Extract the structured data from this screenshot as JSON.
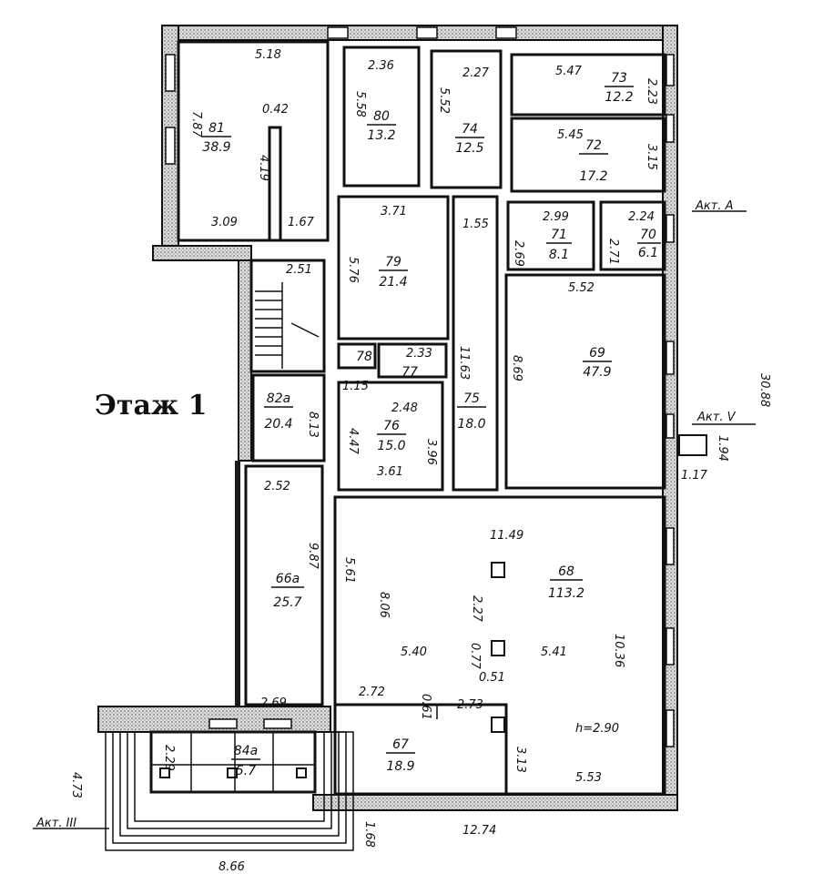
{
  "floor_title": "Этаж 1",
  "axes": {
    "axis_a": "Акт. A",
    "axis_v": "Акт. V",
    "axis_iii": "Акт. III"
  },
  "rooms": [
    {
      "id": "81",
      "area": "38.9"
    },
    {
      "id": "80",
      "area": "13.2"
    },
    {
      "id": "74",
      "area": "12.5"
    },
    {
      "id": "73",
      "area": "12.2"
    },
    {
      "id": "72",
      "area": "17.2"
    },
    {
      "id": "71",
      "area": "8.1"
    },
    {
      "id": "70",
      "area": "6.1"
    },
    {
      "id": "79",
      "area": "21.4"
    },
    {
      "id": "69",
      "area": "47.9"
    },
    {
      "id": "78",
      "area": ""
    },
    {
      "id": "77",
      "area": ""
    },
    {
      "id": "82а",
      "area": "20.4"
    },
    {
      "id": "76",
      "area": "15.0"
    },
    {
      "id": "75",
      "area": "18.0"
    },
    {
      "id": "66а",
      "area": "25.7"
    },
    {
      "id": "68",
      "area": "113.2"
    },
    {
      "id": "84а",
      "area": "5.7"
    },
    {
      "id": "67",
      "area": "18.9"
    }
  ],
  "dimensions": [
    "5.18",
    "7.87",
    "0.42",
    "4.19",
    "3.09",
    "1.67",
    "2.36",
    "5.58",
    "2.27",
    "5.52",
    "5.47",
    "2.23",
    "5.45",
    "3.15",
    "3.71",
    "5.76",
    "1.55",
    "2.99",
    "2.69",
    "2.24",
    "2.71",
    "5.52",
    "2.51",
    "11.63",
    "8.69",
    "2.33",
    "1.15",
    "2.48",
    "4.47",
    "3.96",
    "3.61",
    "8.13",
    "30.88",
    "1.94",
    "1.17",
    "2.52",
    "9.87",
    "11.49",
    "5.61",
    "8.06",
    "2.27",
    "0.77",
    "5.40",
    "5.41",
    "0.51",
    "10.36",
    "2.72",
    "0.61",
    "2.73",
    "2.69",
    "2.29",
    "h=2.90",
    "3.13",
    "4.73",
    "5.53",
    "1.68",
    "12.74",
    "8.66"
  ]
}
